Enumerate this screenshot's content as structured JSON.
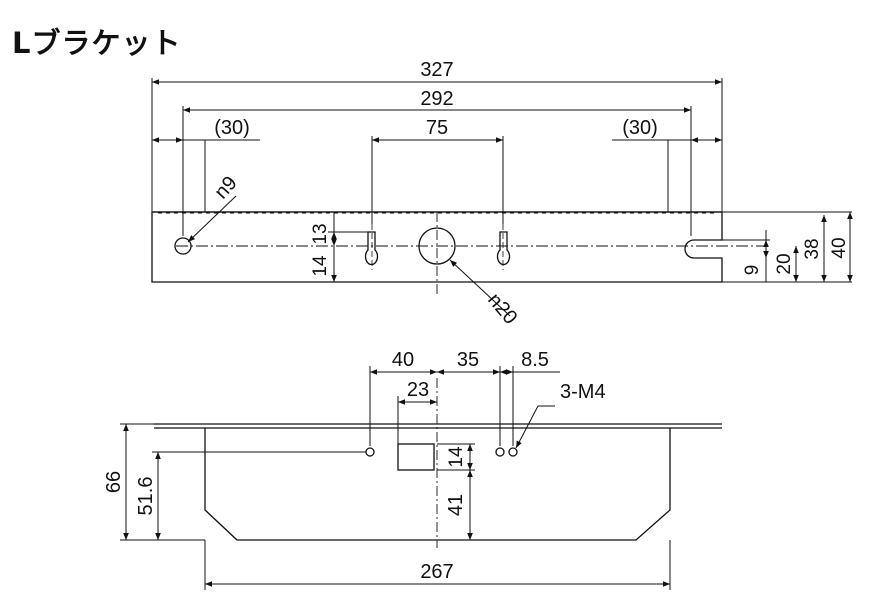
{
  "title": "Lブラケット",
  "top_view": {
    "overall_width": "327",
    "hole_span": "292",
    "left_offset": "(30)",
    "right_offset": "(30)",
    "center_span": "75",
    "hole_small": "n9",
    "hole_large": "n20",
    "v_upper": "13",
    "v_lower": "14",
    "slot_h": "9",
    "h_20": "20",
    "h_38": "38",
    "h_40": "40"
  },
  "front_view": {
    "d40": "40",
    "d35": "35",
    "d85": "8.5",
    "d23": "23",
    "thread": "3-M4",
    "h66": "66",
    "h516": "51.6",
    "h14": "14",
    "h41": "41",
    "base_width": "267"
  }
}
